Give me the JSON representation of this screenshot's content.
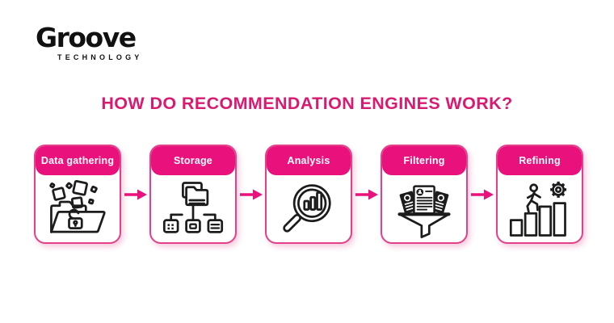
{
  "brand": {
    "name": "Groove",
    "subtitle": "TECHNOLOGY"
  },
  "title": "HOW DO RECOMMENDATION ENGINES WORK?",
  "colors": {
    "accent": "#e9117c",
    "title_text": "#d81b70",
    "card_border": "#e2418a",
    "header_text": "#ffffff",
    "icon_stroke": "#1c1c1c",
    "background": "#ffffff"
  },
  "steps": [
    {
      "label": "Data gathering",
      "icon": "folder-unlock-icon"
    },
    {
      "label": "Storage",
      "icon": "storage-tree-icon"
    },
    {
      "label": "Analysis",
      "icon": "magnifier-chart-icon"
    },
    {
      "label": "Filtering",
      "icon": "funnel-documents-icon"
    },
    {
      "label": "Refining",
      "icon": "climbing-bars-gear-icon"
    }
  ],
  "flow": {
    "arrow_icon": "right-arrow-icon",
    "arrow_count": 4
  }
}
